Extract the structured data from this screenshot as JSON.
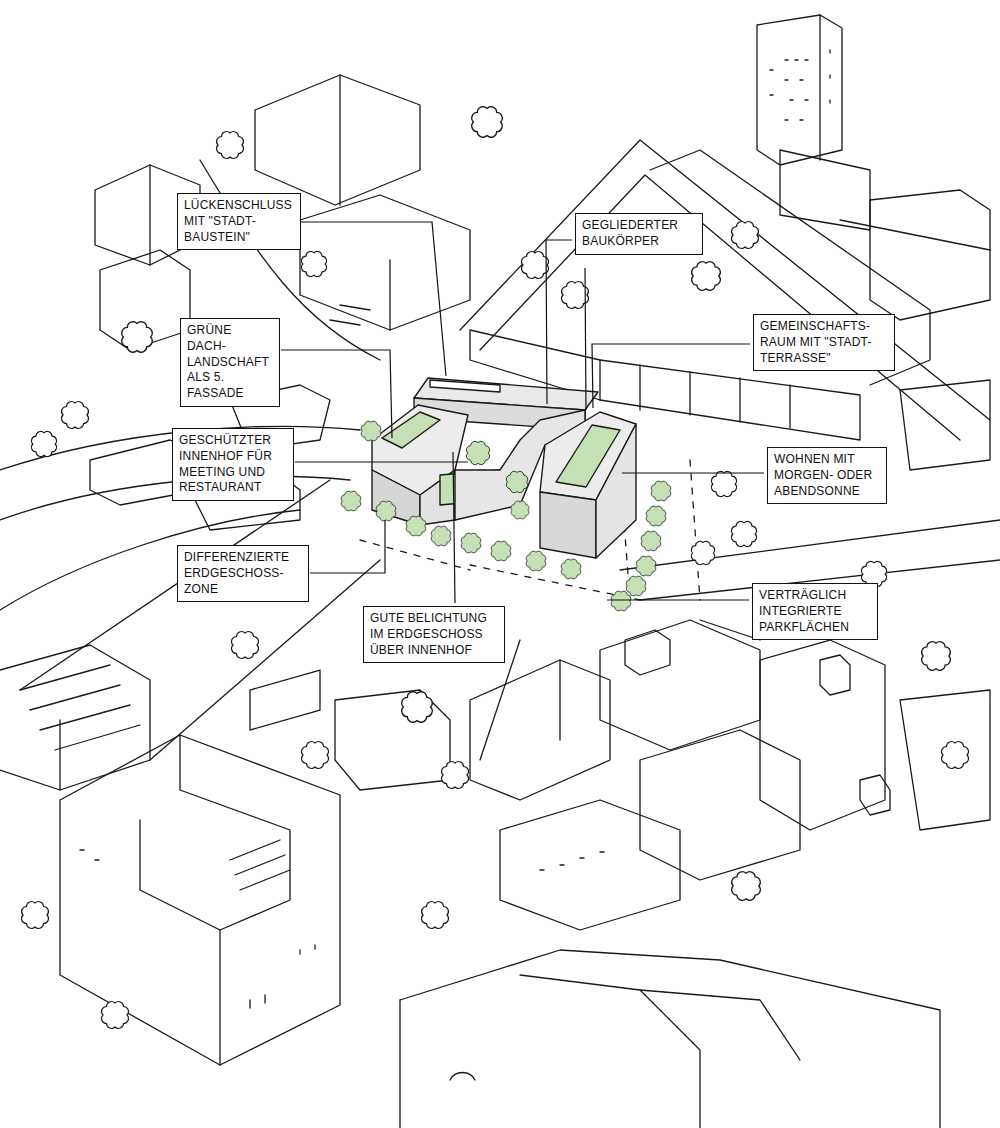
{
  "diagram": {
    "nodes": [
      {
        "text": [
          "LÜCKENSCHLUSS MIT \"STADT- BAUSTEIN\""
        ]
      },
      {
        "text": [
          "GEGLIEDERTER BAUKÖRPER"
        ]
      },
      {
        "text": [
          "GEMEINSCHAFTS- RAUM MIT \"STADT-TERRASSE\""
        ]
      },
      {
        "text": [
          "GRÜNE DACH- LANDSCHAFT ALS 5. FASSADE"
        ]
      },
      {
        "text": [
          "GESCHÜTZTER INNENHOF FÜR MEETING UND RESTAURANT"
        ]
      },
      {
        "text": [
          "WOHNEN MIT MORGEN- ODER ABENDSONNE"
        ]
      },
      {
        "text": [
          "DIFFERENZIERTE ERDGESCHOSS- ZONE"
        ]
      },
      {
        "text": [
          "VERTRÄGLICH INTEGRIERTE PARKFLÄCHEN"
        ]
      },
      {
        "text": [
          "GUTE BELICHTUNG IM ERDGESCHOSS ÜBER INNENHOF"
        ]
      }
    ]
  }
}
